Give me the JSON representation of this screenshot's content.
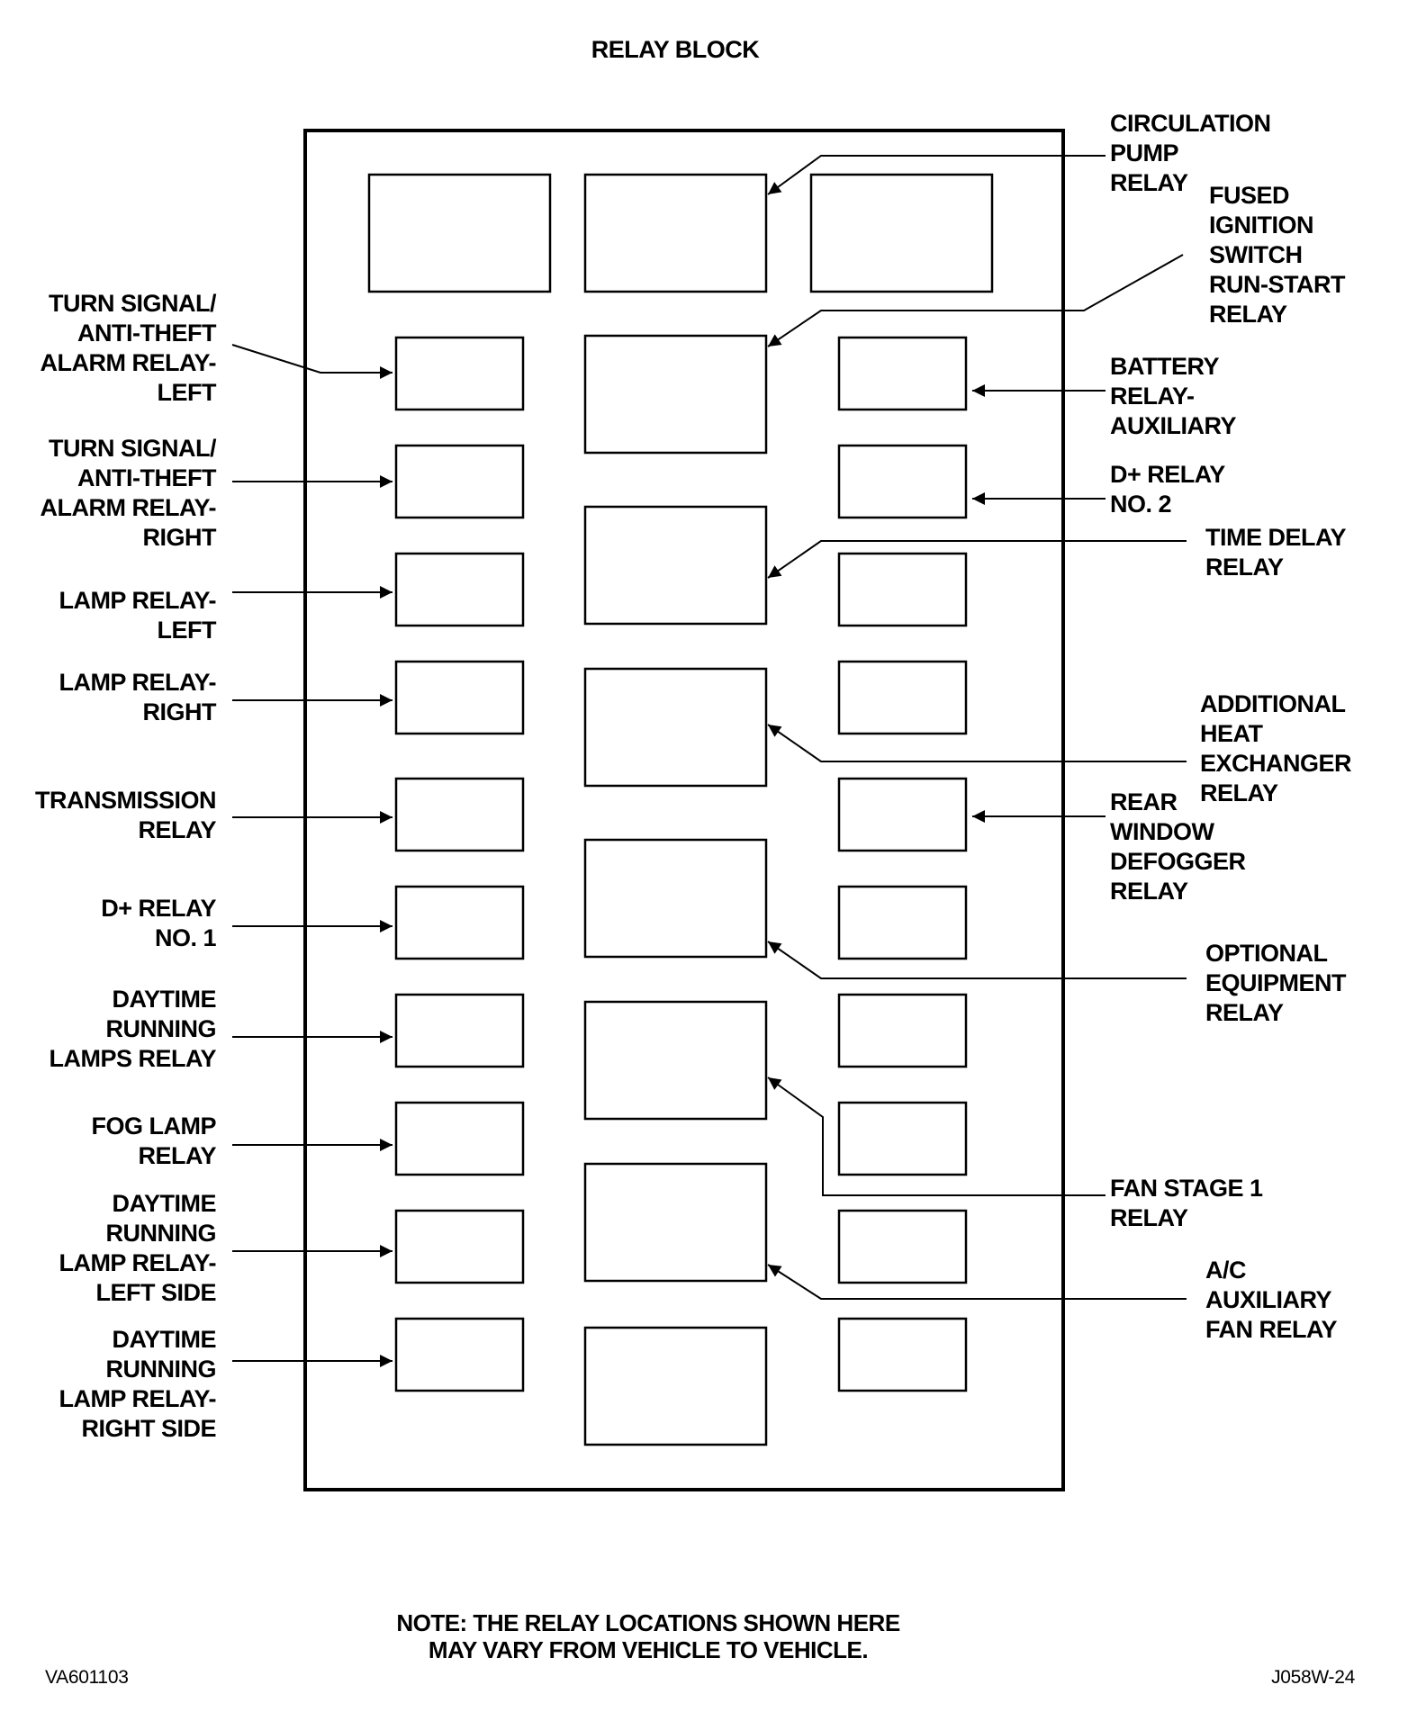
{
  "title": "RELAY BLOCK",
  "note_lines": [
    "NOTE: THE RELAY LOCATIONS SHOWN HERE",
    "MAY VARY FROM VEHICLE TO VEHICLE."
  ],
  "code_left": "VA601103",
  "code_right": "J058W-24",
  "labels": {
    "circulation_pump": [
      "CIRCULATION",
      "PUMP",
      "RELAY"
    ],
    "fused_ignition": [
      "FUSED",
      "IGNITION",
      "SWITCH",
      "RUN-START",
      "RELAY"
    ],
    "turn_signal_left": [
      "TURN SIGNAL/",
      "ANTI-THEFT",
      "ALARM RELAY-",
      "LEFT"
    ],
    "battery_aux": [
      "BATTERY",
      "RELAY-",
      "AUXILIARY"
    ],
    "turn_signal_right": [
      "TURN SIGNAL/",
      "ANTI-THEFT",
      "ALARM RELAY-",
      "RIGHT"
    ],
    "d_plus_2": [
      "D+ RELAY",
      "NO. 2"
    ],
    "time_delay": [
      "TIME DELAY",
      "RELAY"
    ],
    "lamp_left": [
      "LAMP RELAY-",
      "LEFT"
    ],
    "lamp_right": [
      "LAMP RELAY-",
      "RIGHT"
    ],
    "additional_heat": [
      "ADDITIONAL",
      "HEAT",
      "EXCHANGER",
      "RELAY"
    ],
    "transmission": [
      "TRANSMISSION",
      "RELAY"
    ],
    "rear_window": [
      "REAR",
      "WINDOW",
      "DEFOGGER",
      "RELAY"
    ],
    "d_plus_1": [
      "D+ RELAY",
      "NO. 1"
    ],
    "optional_equipment": [
      "OPTIONAL",
      "EQUIPMENT",
      "RELAY"
    ],
    "drl_relay": [
      "DAYTIME",
      "RUNNING",
      "LAMPS RELAY"
    ],
    "fog_lamp": [
      "FOG LAMP",
      "RELAY"
    ],
    "fan_stage_1": [
      "FAN STAGE 1",
      "RELAY"
    ],
    "drl_left_side": [
      "DAYTIME",
      "RUNNING",
      "LAMP RELAY-",
      "LEFT SIDE"
    ],
    "ac_aux_fan": [
      "A/C",
      "AUXILIARY",
      "FAN RELAY"
    ],
    "drl_right_side": [
      "DAYTIME",
      "RUNNING",
      "LAMP RELAY-",
      "RIGHT SIDE"
    ]
  }
}
